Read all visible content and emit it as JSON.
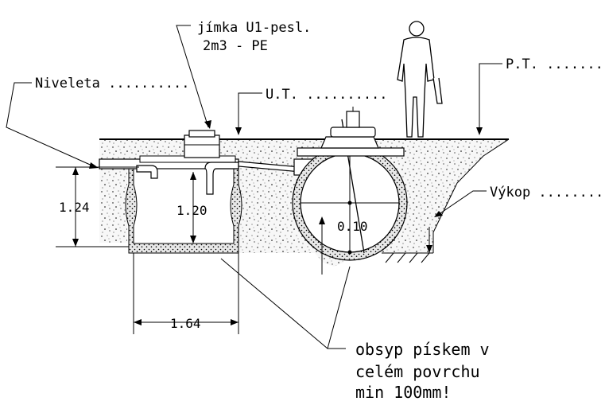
{
  "labels": {
    "tank_line1": "jímka U1-pesl.",
    "tank_line2": "2m3 - PE",
    "niveleta": "Niveleta ..........",
    "ut": "U.T. ..........",
    "pt": "P.T. ..........",
    "vykop": "Výkop ..........",
    "sand_line1": "obsyp pískem v",
    "sand_line2": "celém povrchu",
    "sand_line3": "min 100mm!"
  },
  "dimensions": {
    "height_left": "1.24",
    "height_inner": "1.20",
    "width_bottom": "1.64",
    "offset": "0.10"
  },
  "colors": {
    "ink": "#000000",
    "soil": "#f6f6f6"
  }
}
